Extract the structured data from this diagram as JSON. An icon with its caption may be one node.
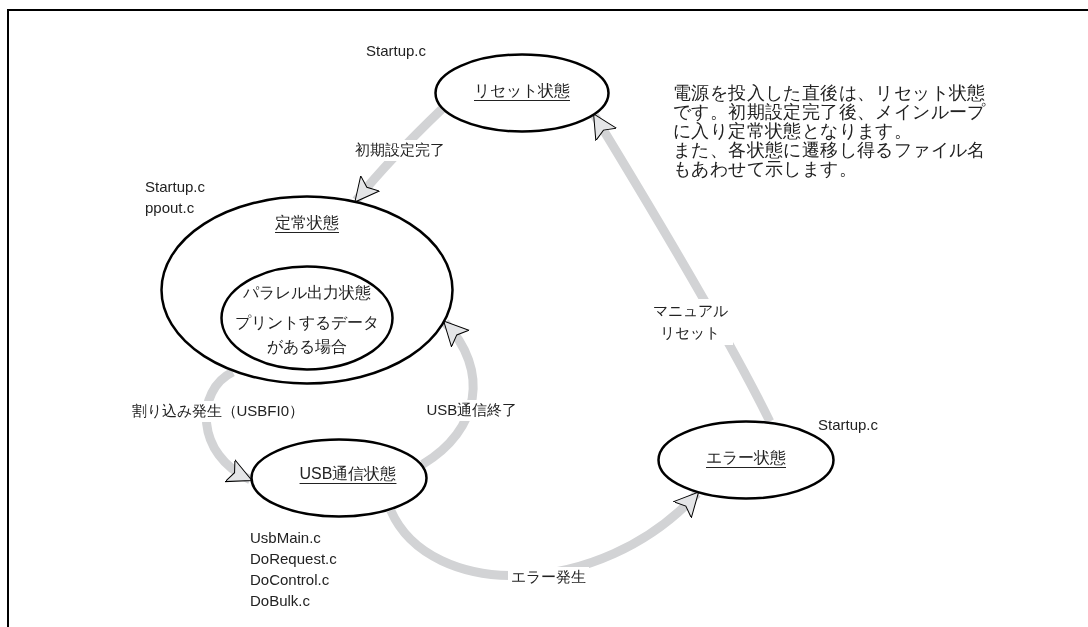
{
  "diagram": {
    "nodes": [
      {
        "text": [
          "リセット状態"
        ],
        "beside": [
          "Startup.c"
        ]
      },
      {
        "text": [
          "定常状態"
        ],
        "beside": [
          "Startup.c",
          "ppout.c"
        ]
      },
      {
        "text": [
          "パラレル出力状態",
          "プリントするデータがある場合"
        ],
        "in": 1
      },
      {
        "text": [
          "USB通信状態"
        ],
        "beside": [
          "UsbMain.c",
          "DoRequest.c",
          "DoControl.c",
          "DoBulk.c"
        ]
      },
      {
        "text": [
          "エラー状態"
        ],
        "beside": [
          "Startup.c"
        ]
      }
    ],
    "edges": [
      {
        "from": 0,
        "to": 1,
        "arrow": "to",
        "label": "初期設定完了"
      },
      {
        "from": 1,
        "to": 3,
        "arrow": "to",
        "label": "割り込み発生（USBFI0）"
      },
      {
        "from": 3,
        "to": 1,
        "arrow": "to",
        "label": "USB通信終了"
      },
      {
        "from": 3,
        "to": 4,
        "arrow": "to",
        "label": "エラー発生"
      },
      {
        "from": 4,
        "to": 0,
        "arrow": "to",
        "label": "マニュアルリセット"
      }
    ],
    "labels": [
      "電源を投入した直後は、リセット状態です。初期設定完了後、メインループに入り定常状態となります。",
      "また、各状態に遷移し得るファイル名もあわせて示します。"
    ]
  }
}
